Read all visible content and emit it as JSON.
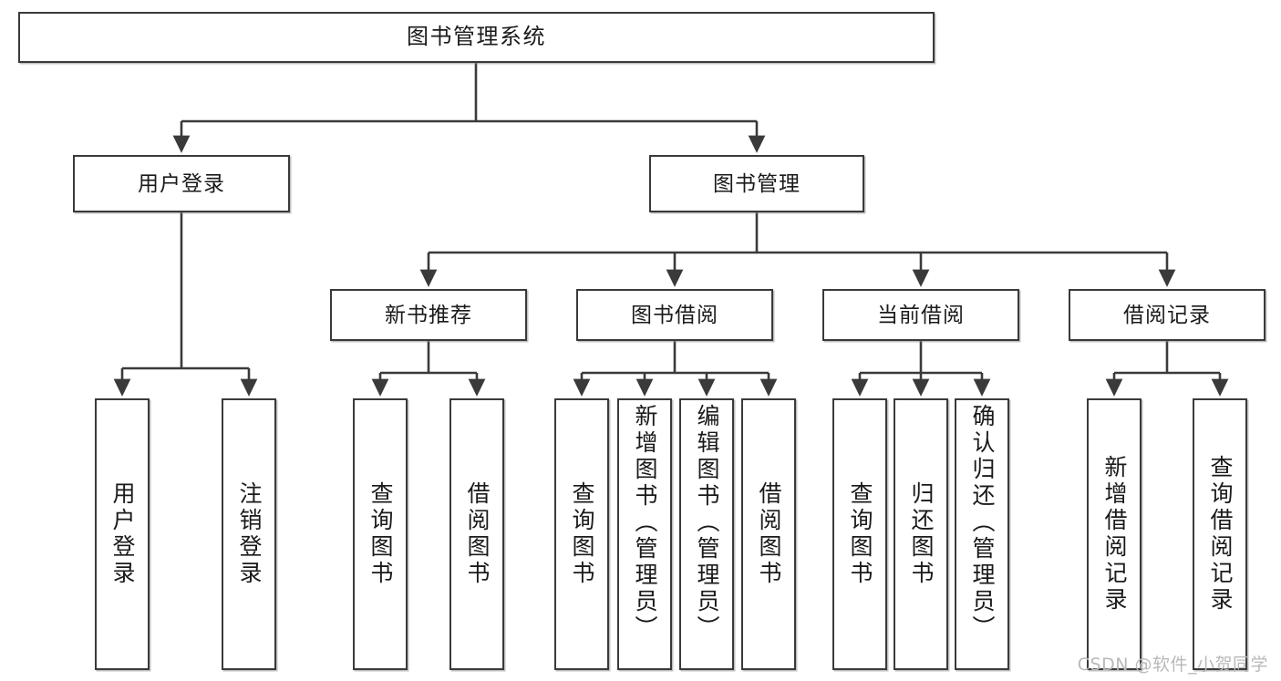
{
  "diagram": {
    "type": "tree-hierarchy",
    "title_node": {
      "label": "图书管理系统"
    },
    "level2": [
      {
        "id": "user-login",
        "label": "用户登录"
      },
      {
        "id": "book-management",
        "label": "图书管理"
      }
    ],
    "level3": [
      {
        "id": "new-book-recommend",
        "label": "新书推荐"
      },
      {
        "id": "book-borrow",
        "label": "图书借阅"
      },
      {
        "id": "current-borrow",
        "label": "当前借阅"
      },
      {
        "id": "borrow-record",
        "label": "借阅记录"
      }
    ],
    "leaves": [
      {
        "id": "leaf-user-login",
        "label": "用户登录"
      },
      {
        "id": "leaf-logout-login",
        "label": "注销登录"
      },
      {
        "id": "leaf-query-book-1",
        "label": "查询图书"
      },
      {
        "id": "leaf-borrow-book-1",
        "label": "借阅图书"
      },
      {
        "id": "leaf-query-book-2",
        "label": "查询图书"
      },
      {
        "id": "leaf-add-book",
        "label": "新增图书（管理员）"
      },
      {
        "id": "leaf-edit-book",
        "label": "编辑图书（管理员）"
      },
      {
        "id": "leaf-borrow-book-2",
        "label": "借阅图书"
      },
      {
        "id": "leaf-query-book-3",
        "label": "查询图书"
      },
      {
        "id": "leaf-return-book",
        "label": "归还图书"
      },
      {
        "id": "leaf-confirm-return",
        "label": "确认归还（管理员）"
      },
      {
        "id": "leaf-add-borrow-record",
        "label": "新增借阅记录"
      },
      {
        "id": "leaf-query-borrow-record",
        "label": "查询借阅记录"
      }
    ],
    "colors": {
      "stroke": "#3a3a3a",
      "fill": "#ffffff",
      "text": "#1a1a1a",
      "watermark": "#b9b9b9"
    }
  },
  "watermark": {
    "text": "CSDN @软件_小贺同学"
  }
}
